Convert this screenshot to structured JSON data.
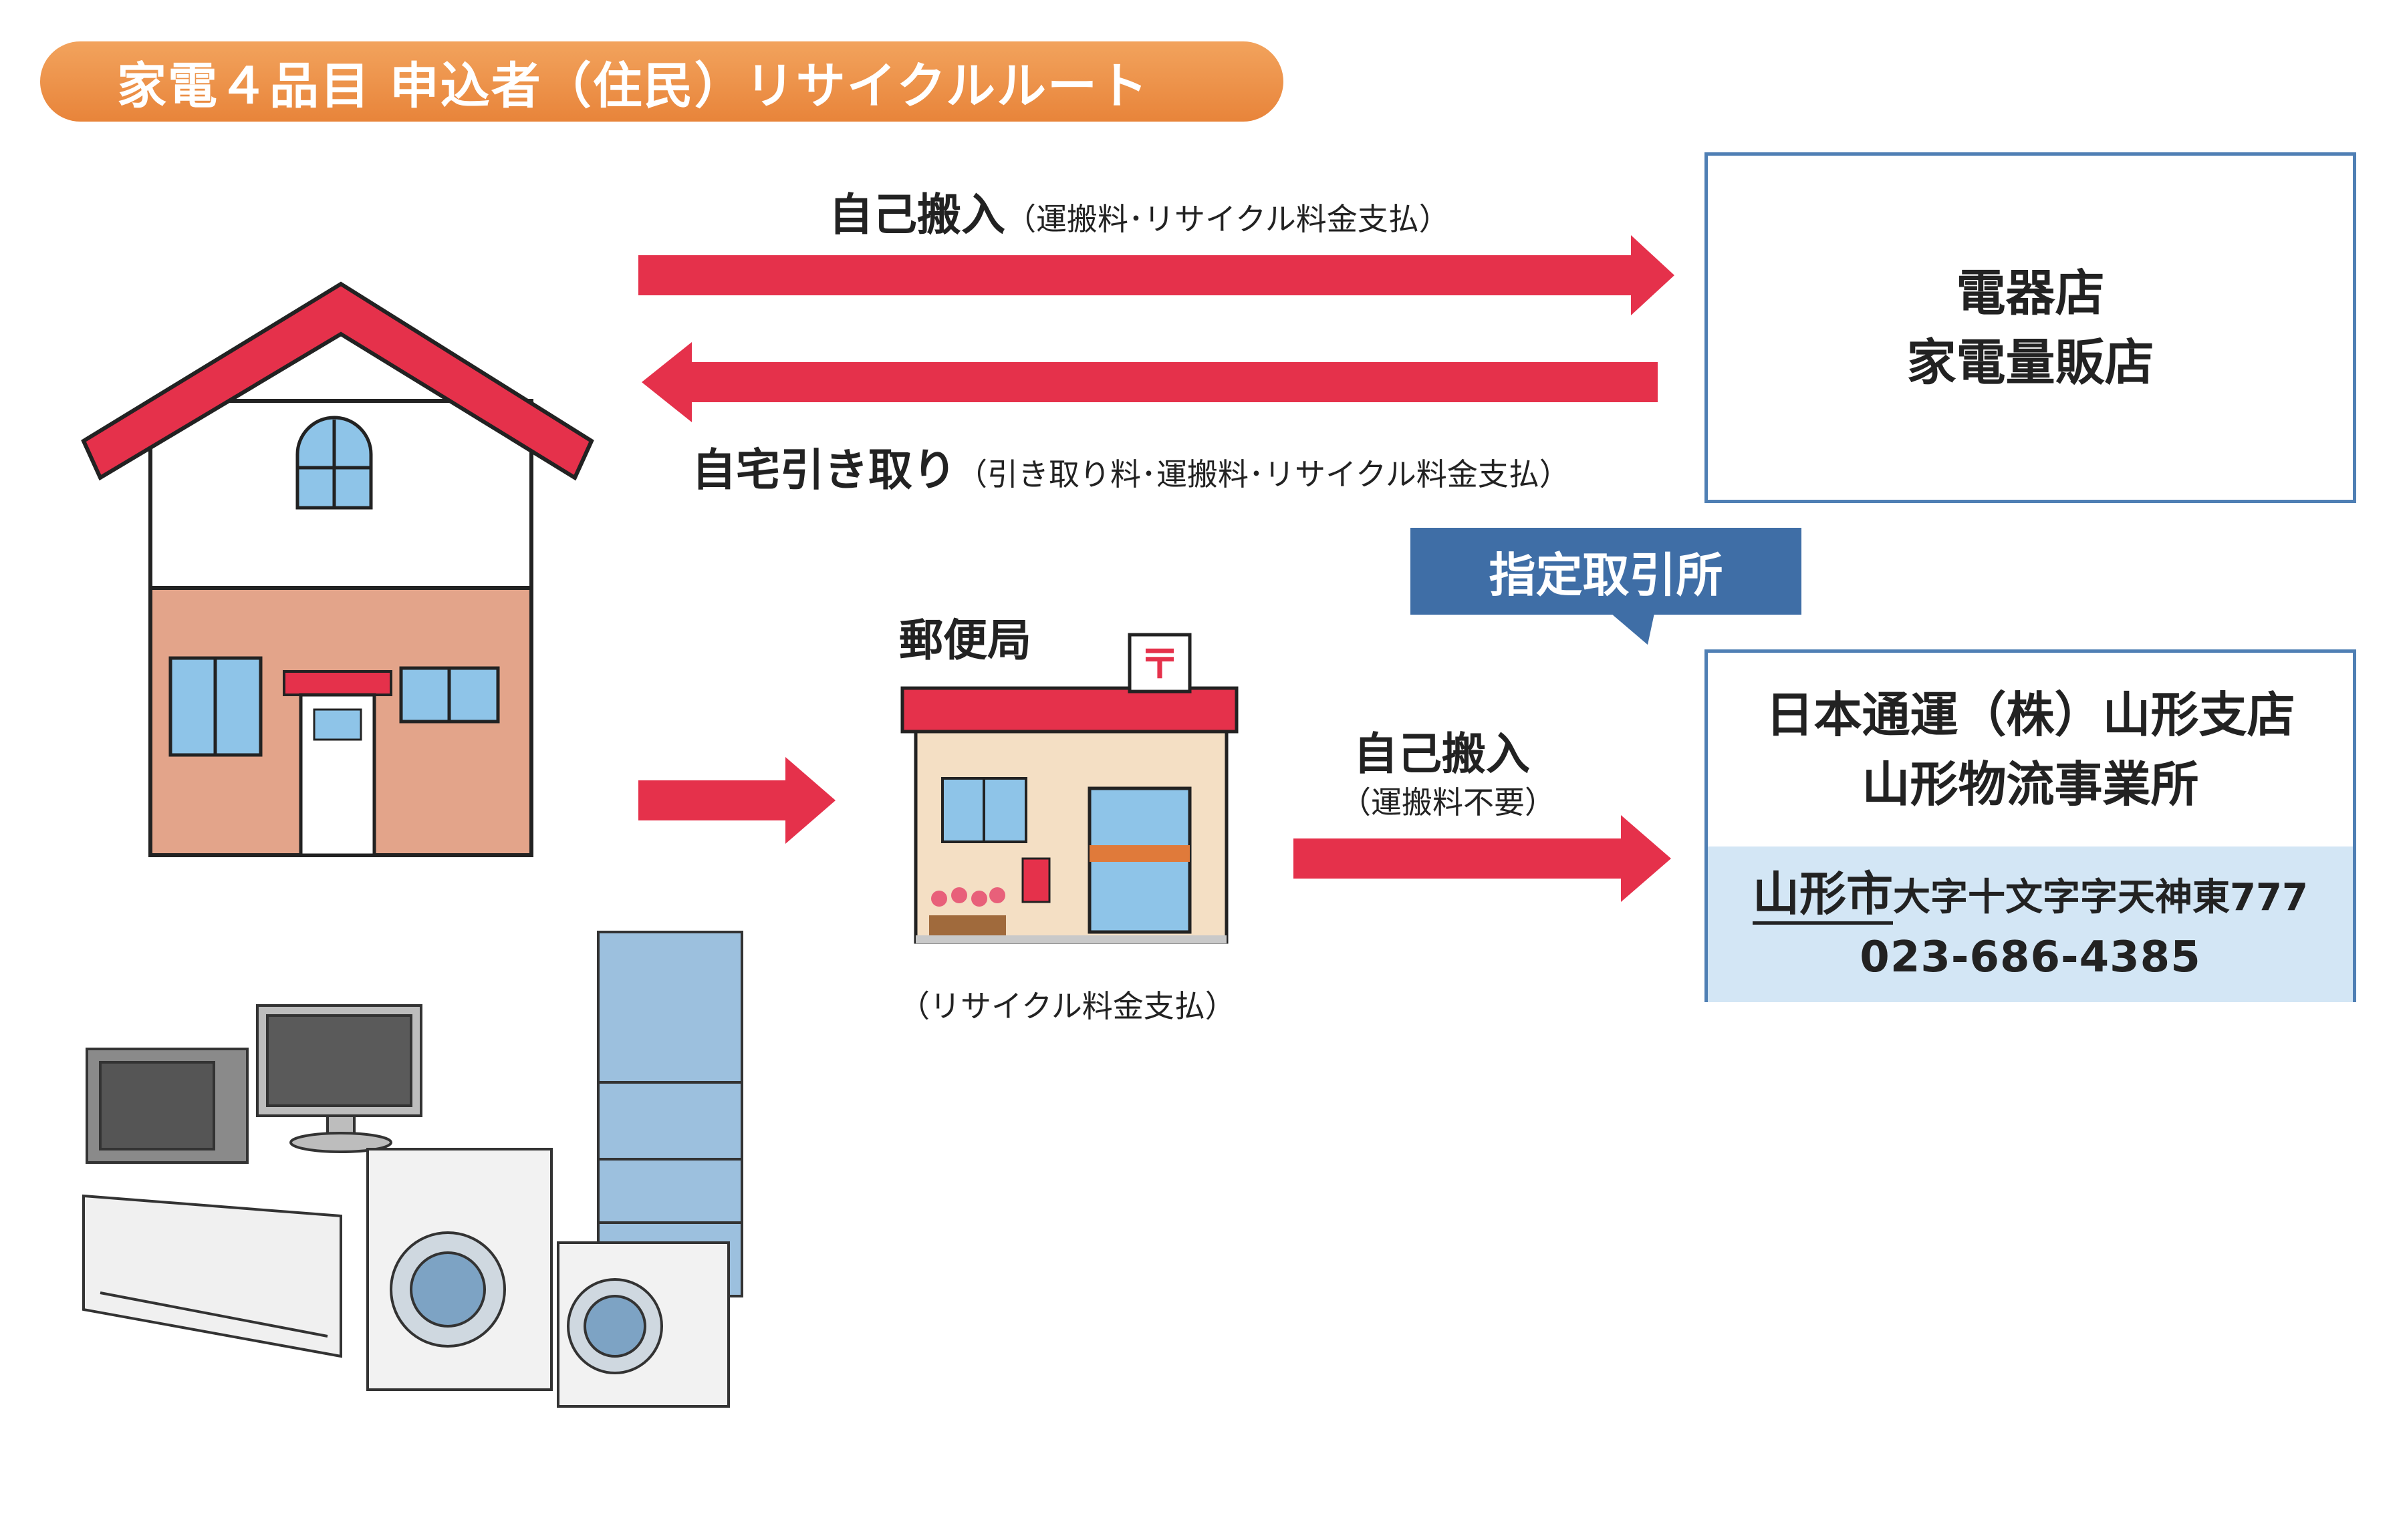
{
  "title": "家電４品目 申込者（住民）リサイクルルート",
  "routes": {
    "self_delivery": {
      "label": "自己搬入",
      "note": "（運搬料･リサイクル料金支払）"
    },
    "home_pickup": {
      "label": "自宅引き取り",
      "note": "（引き取り料･運搬料･リサイクル料金支払）"
    },
    "post_office": {
      "label": "郵便局",
      "note": "（リサイクル料金支払）"
    },
    "self_delivery_designated": {
      "label": "自己搬入",
      "note": "（運搬料不要）"
    }
  },
  "store": {
    "line1": "電器店",
    "line2": "家電量販店"
  },
  "designated_tag": "指定取引所",
  "destination": {
    "line1": "日本通運（株）山形支店",
    "line2": "山形物流事業所",
    "city": "山形市",
    "address": "大字十文字字天神東777",
    "phone": "023-686-4385"
  },
  "colors": {
    "arrow": "#e5314b",
    "banner": "#ec8c43",
    "box_border": "#4f7fb4",
    "tag": "#3f6ea6",
    "dest_fill": "#d3e6f5"
  },
  "icons": [
    "house-illustration",
    "post-office-illustration",
    "appliances-illustration"
  ]
}
